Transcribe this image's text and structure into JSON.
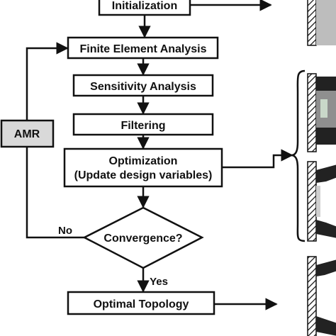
{
  "diagram": {
    "boxes": {
      "initialization": "Initialization",
      "fea": "Finite Element Analysis",
      "sensitivity": "Sensitivity Analysis",
      "filtering": "Filtering",
      "optimization_line1": "Optimization",
      "optimization_line2": "(Update design variables)",
      "convergence": "Convergence?",
      "optimal": "Optimal Topology",
      "amr": "AMR"
    },
    "edge_labels": {
      "no": "No",
      "yes": "Yes"
    },
    "colors": {
      "stroke": "#111111",
      "amr_fill": "#d9d9d9",
      "box_fill": "#ffffff"
    }
  }
}
